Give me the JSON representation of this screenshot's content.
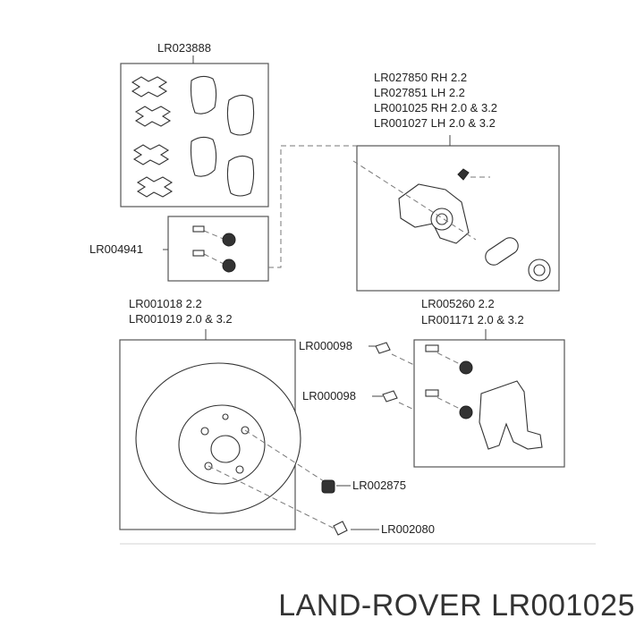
{
  "labels": {
    "pads": "LR023888",
    "pad_bolts": "LR004941",
    "caliper_1": "LR027850 RH 2.2",
    "caliper_2": "LR027851 LH 2.2",
    "caliper_3": "LR001025 RH 2.0 & 3.2",
    "caliper_4": "LR001027 LH 2.0 & 3.2",
    "disc_1": "LR001018 2.2",
    "disc_2": "LR001019 2.0 & 3.2",
    "carrier_1": "LR005260 2.2",
    "carrier_2": "LR001171 2.0 & 3.2",
    "bolt_upper": "LR000098",
    "bolt_lower": "LR000098",
    "nut": "LR002875",
    "screw": "LR002080"
  },
  "footer": "LAND-ROVER LR001025"
}
